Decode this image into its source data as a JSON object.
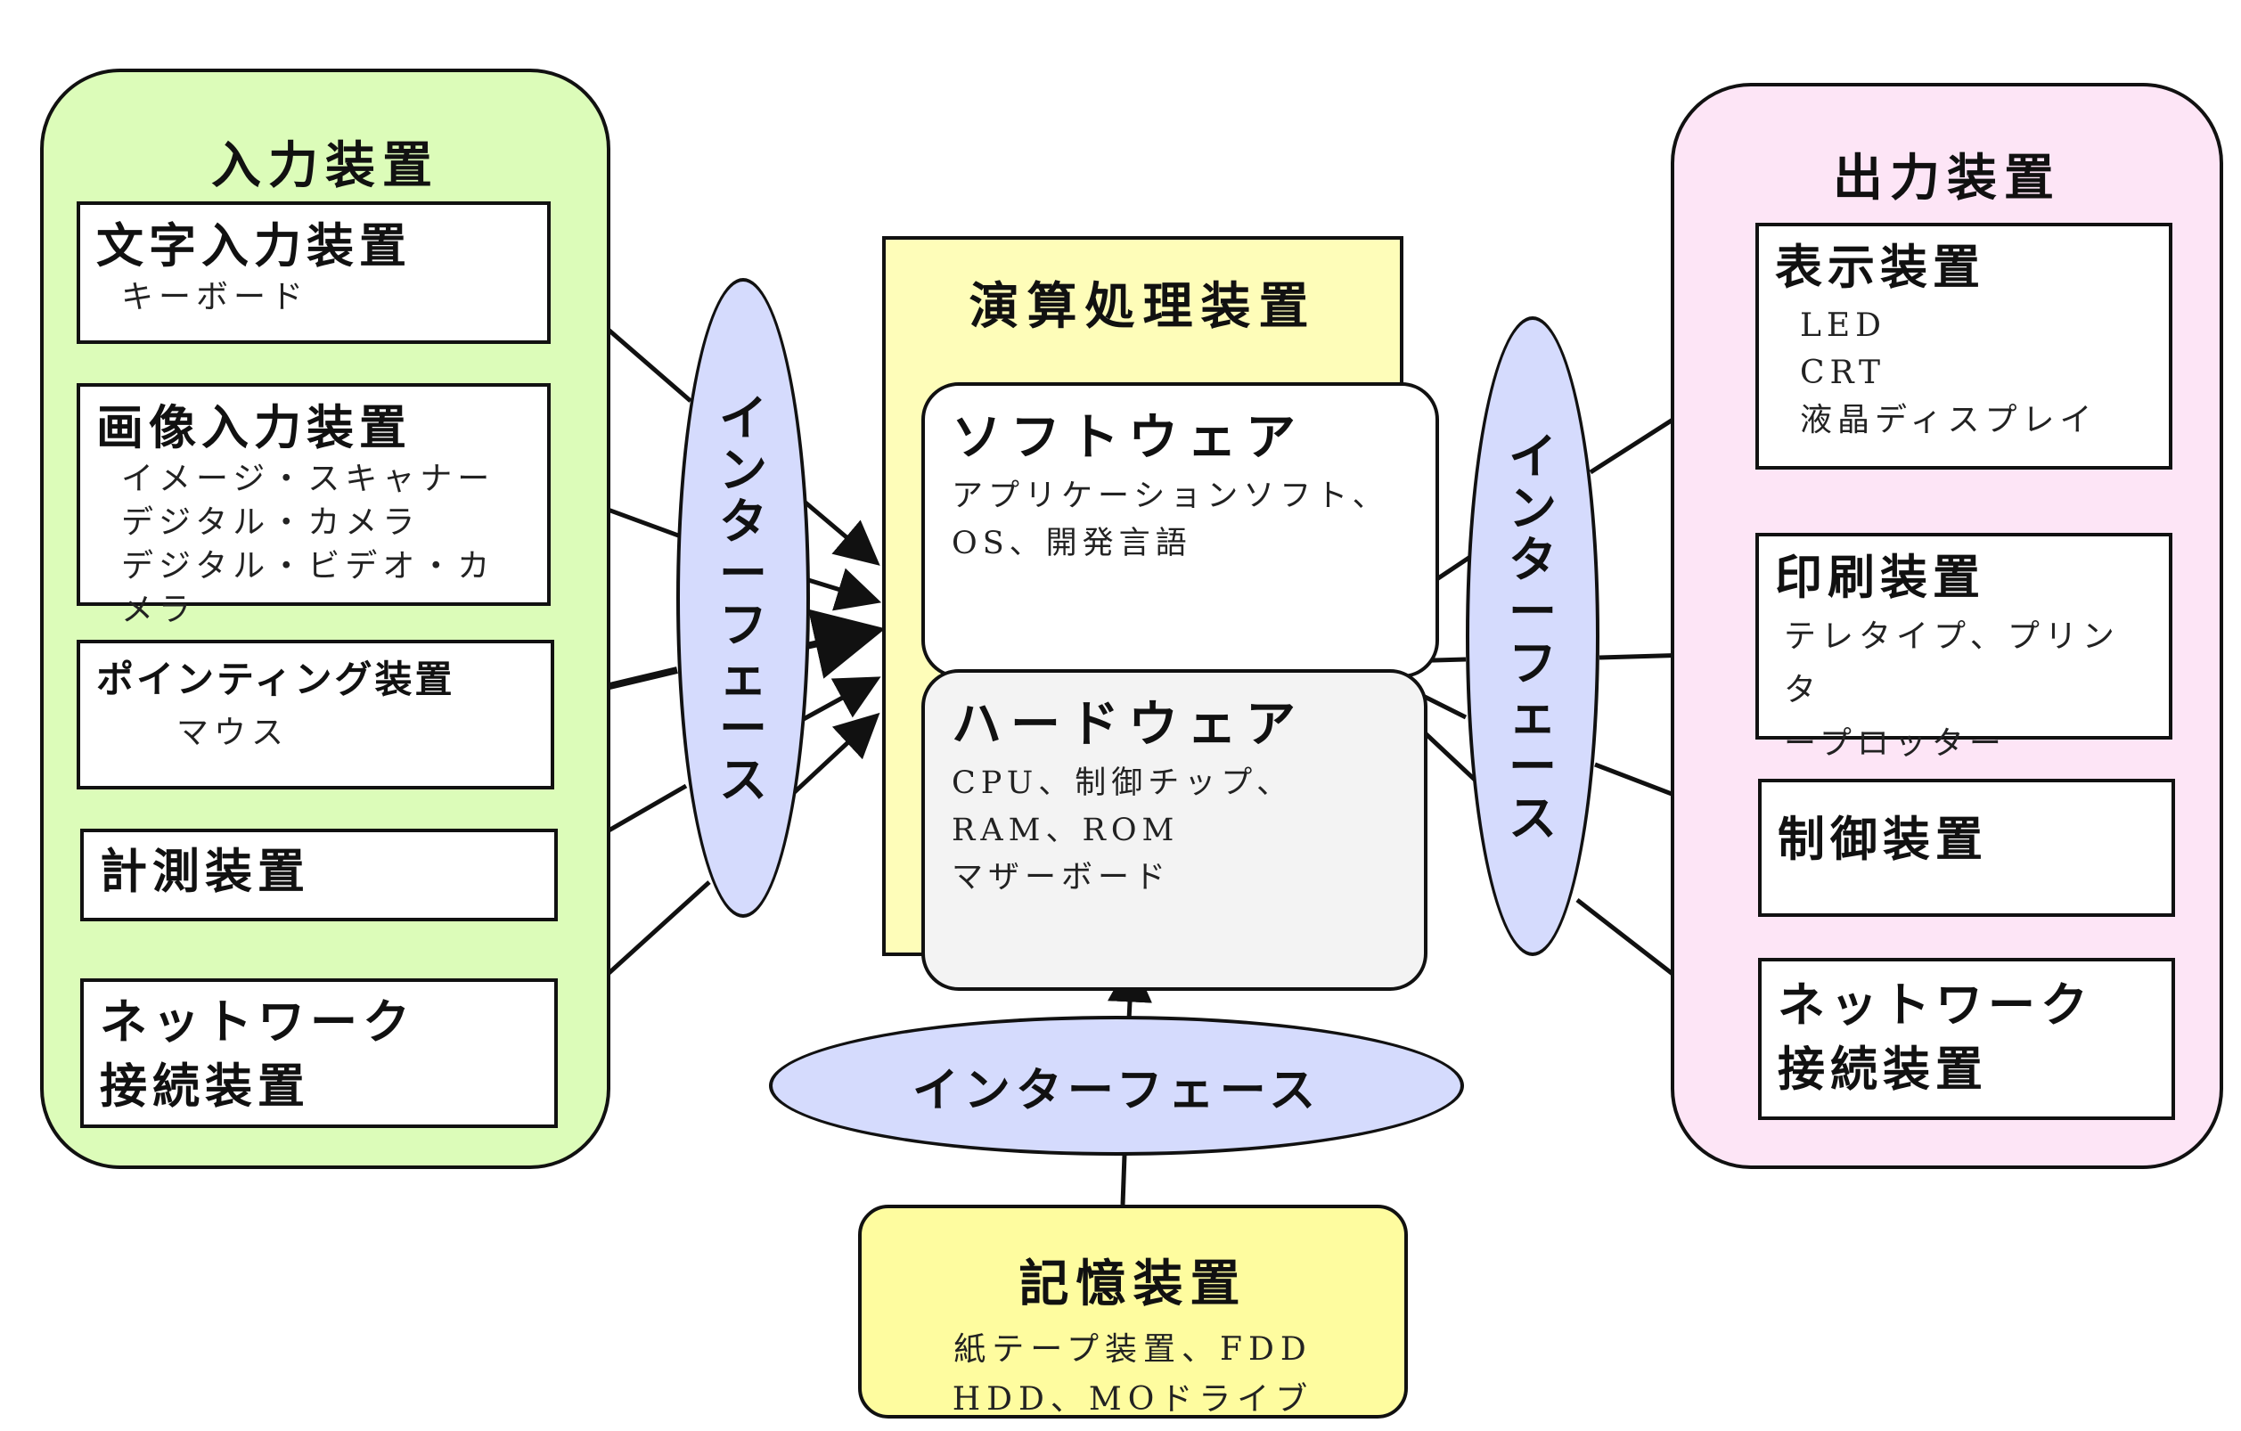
{
  "input": {
    "title": "入力装置",
    "text_input": {
      "title": "文字入力装置",
      "lines": [
        "キーボード"
      ]
    },
    "image_input": {
      "title": "画像入力装置",
      "lines": [
        "イメージ・スキャナー",
        "デジタル・カメラ",
        "デジタル・ビデオ・カメラ"
      ]
    },
    "pointing": {
      "title": "ポインティング装置",
      "lines": [
        "マウス"
      ]
    },
    "measuring": {
      "title": "計測装置"
    },
    "network": {
      "title_line1": "ネットワーク",
      "title_line2": "接続装置"
    }
  },
  "cpu": {
    "title": "演算処理装置",
    "software": {
      "title": "ソフトウェア",
      "lines": [
        "アプリケーションソフト、",
        "OS、開発言語"
      ]
    },
    "hardware": {
      "title": "ハードウェア",
      "lines": [
        "CPU、制御チップ、",
        "RAM、ROM",
        "マザーボード"
      ]
    }
  },
  "interface_label": "インターフェース",
  "interface_vertical_chars": [
    "イ",
    "ン",
    "タ",
    "ー",
    "フ",
    "ェ",
    "ー",
    "ス"
  ],
  "output": {
    "title": "出力装置",
    "display": {
      "title": "表示装置",
      "lines": [
        "LED",
        "CRT",
        "液晶ディスプレイ"
      ]
    },
    "printing": {
      "title": "印刷装置",
      "lines": [
        "テレタイプ、プリンタ",
        "ープロッター"
      ]
    },
    "control": {
      "title": "制御装置"
    },
    "network": {
      "title_line1": "ネットワーク",
      "title_line2": "接続装置"
    }
  },
  "memory": {
    "title": "記憶装置",
    "lines": [
      "紙テープ装置、FDD",
      "HDD、MOドライブ"
    ]
  },
  "colors": {
    "input_group_fill": "#dcfcb9",
    "output_group_fill": "#fde5f6",
    "cpu_fill": "#fefdb9",
    "memory_fill": "#fefc9f",
    "interface_fill": "#d5dbfd",
    "hardware_fill": "#f3f3f3",
    "stroke": "#111111"
  }
}
